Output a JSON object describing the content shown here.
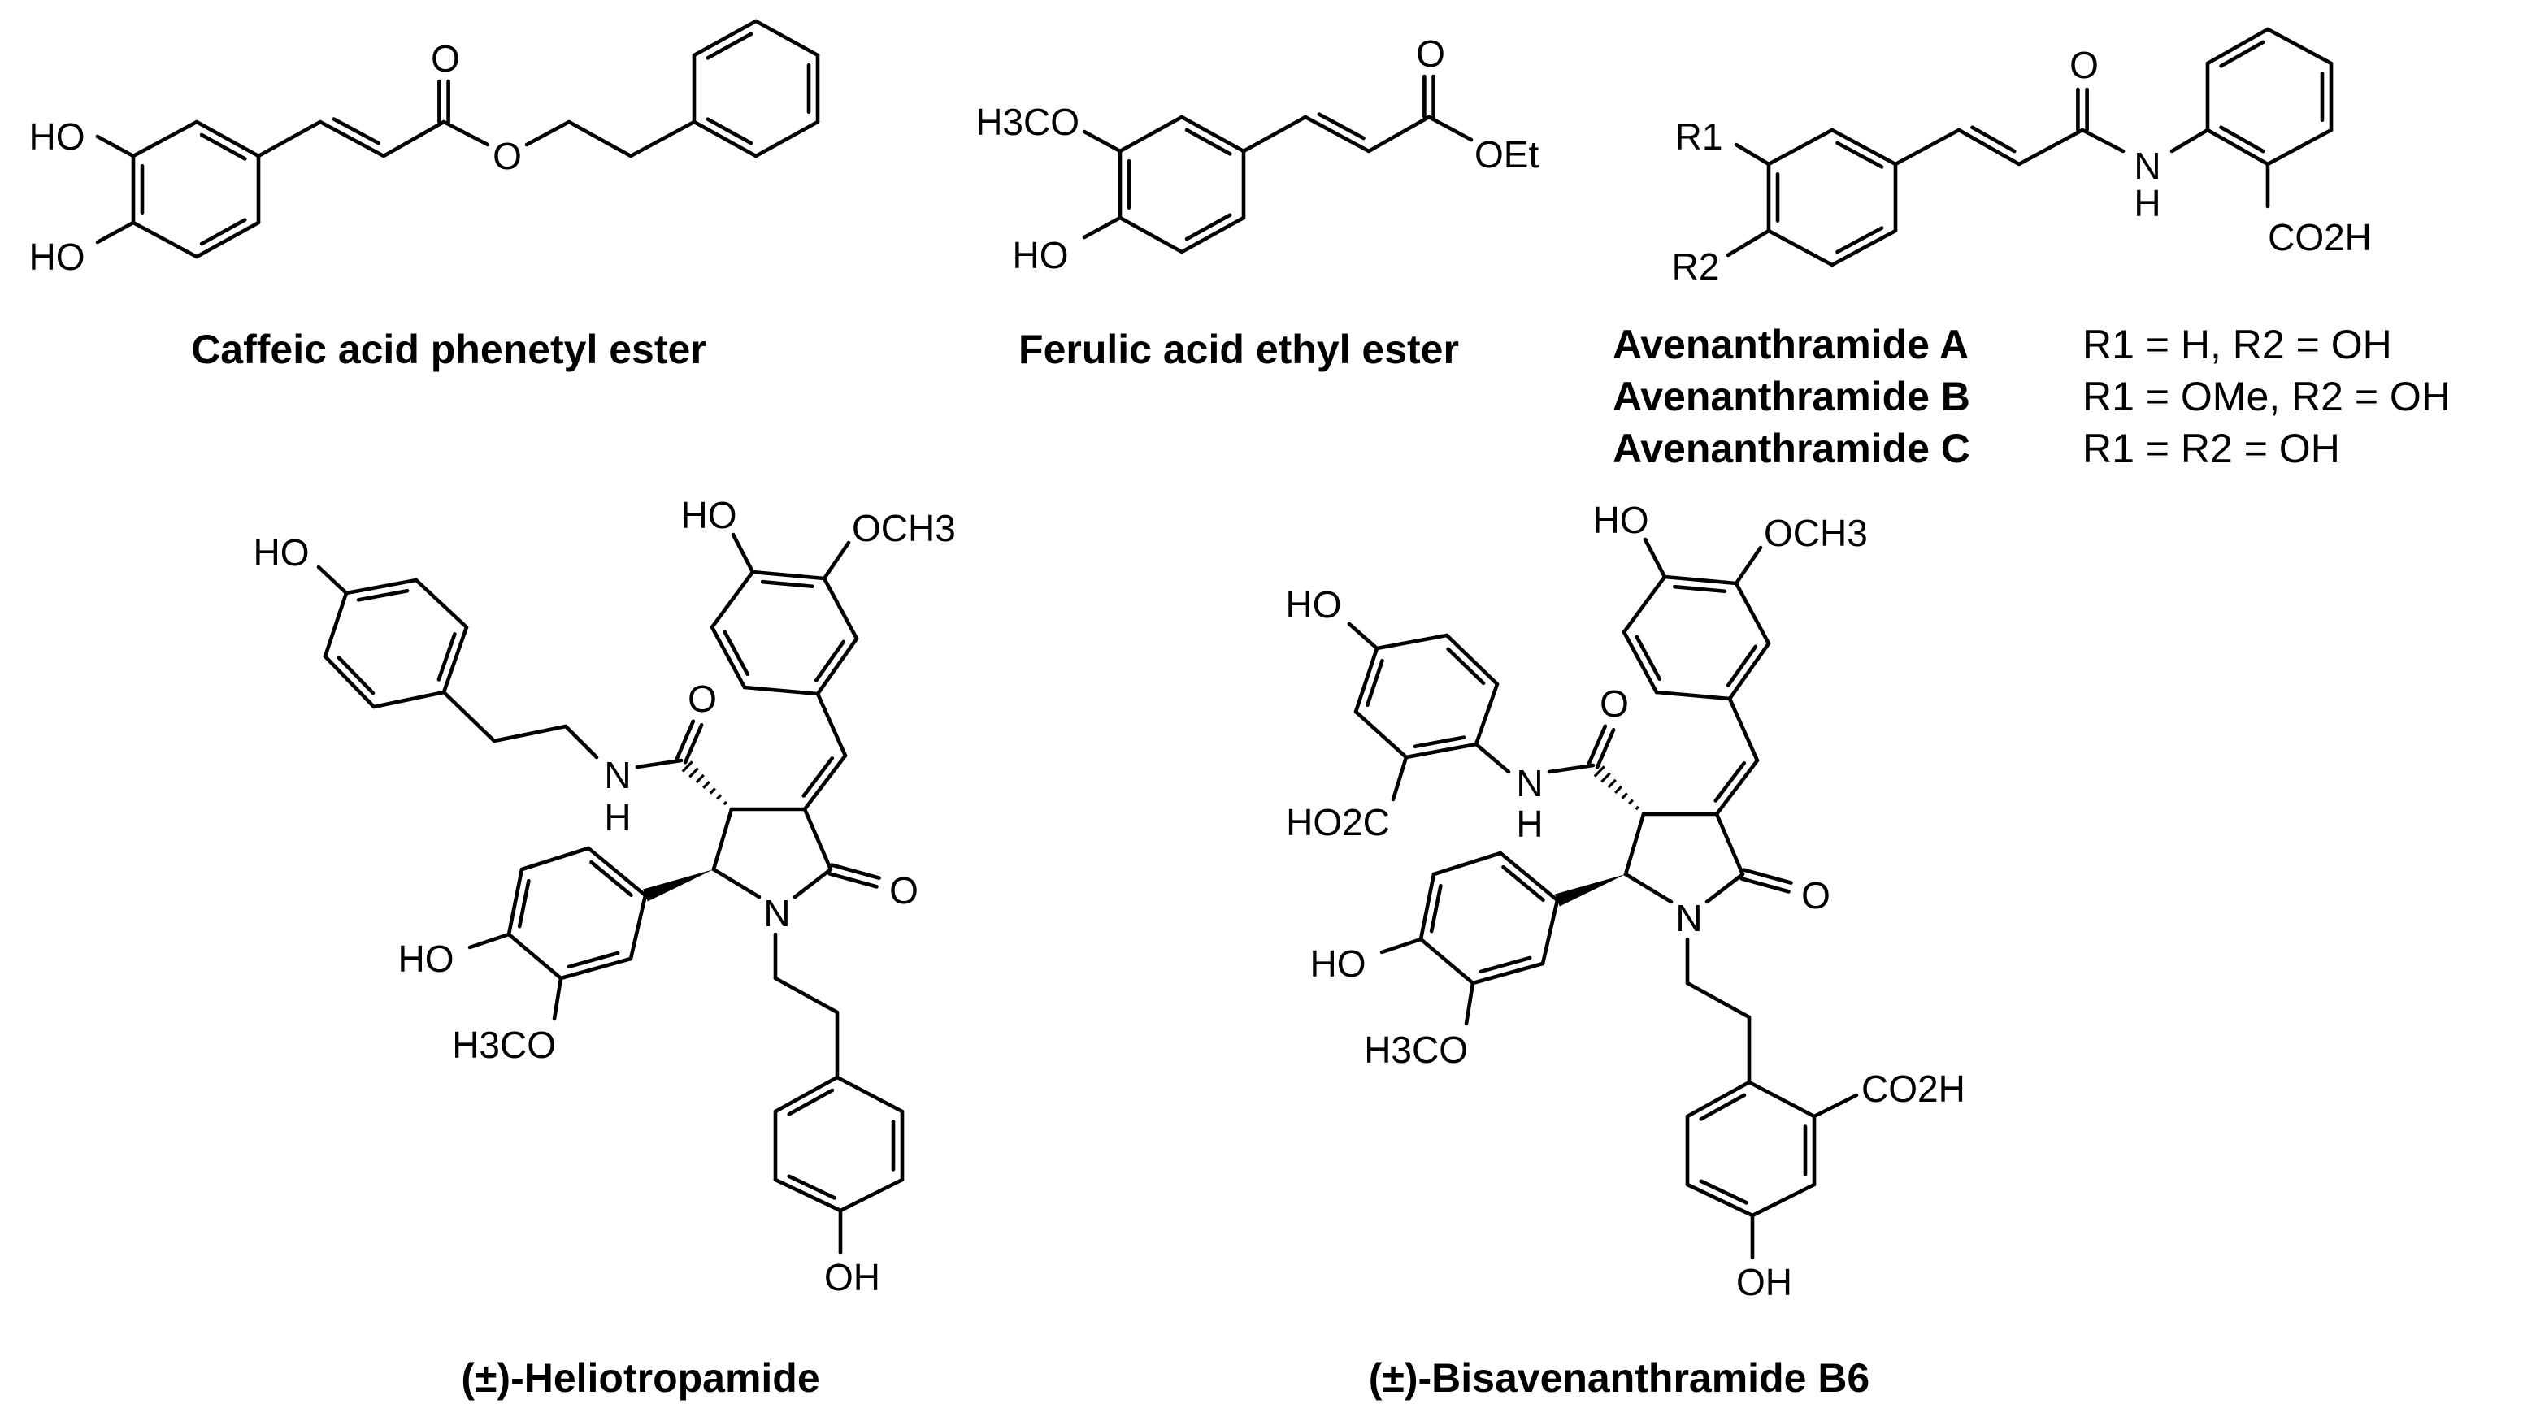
{
  "figure": {
    "cape": {
      "name": "Caffeic acid phenetyl ester",
      "atoms": {
        "ho_top": "HO",
        "ho_bottom": "HO",
        "carbonyl_o": "O",
        "ester_o": "O"
      }
    },
    "fae": {
      "name": "Ferulic acid ethyl ester",
      "atoms": {
        "methoxy": "H3CO",
        "hydroxy": "HO",
        "carbonyl_o": "O",
        "ethoxy": "OEt"
      }
    },
    "avn": {
      "atoms": {
        "r1": "R1",
        "r2": "R2",
        "carbonyl_o": "O",
        "n": "N",
        "h": "H",
        "acid": "CO2H"
      },
      "variants": [
        {
          "name": "Avenanthramide A",
          "substituents": "R1 = H, R2 = OH"
        },
        {
          "name": "Avenanthramide B",
          "substituents": "R1 = OMe, R2 = OH"
        },
        {
          "name": "Avenanthramide C",
          "substituents": "R1 = R2 = OH"
        }
      ]
    },
    "helio": {
      "name": "(±)-Heliotropamide",
      "atoms": {
        "ho_tyrosol": "HO",
        "amide_n": "N",
        "amide_h": "H",
        "amide_o": "O",
        "ho_vanillyl": "HO",
        "ome_vanillyl": "OCH3",
        "lactam_o": "O",
        "ring_n": "N",
        "ho_aryl": "HO",
        "ome_aryl": "H3CO",
        "oh_bottom": "OH"
      }
    },
    "bis": {
      "name": "(±)-Bisavenanthramide B6",
      "atoms": {
        "ho_anthranil": "HO",
        "acid_anthranil": "HO2C",
        "amide_n": "N",
        "amide_h": "H",
        "amide_o": "O",
        "ho_vanillyl": "HO",
        "ome_vanillyl": "OCH3",
        "lactam_o": "O",
        "ring_n": "N",
        "ho_aryl": "HO",
        "ome_aryl": "H3CO",
        "acid_bottom": "CO2H",
        "oh_bottom": "OH"
      }
    }
  }
}
